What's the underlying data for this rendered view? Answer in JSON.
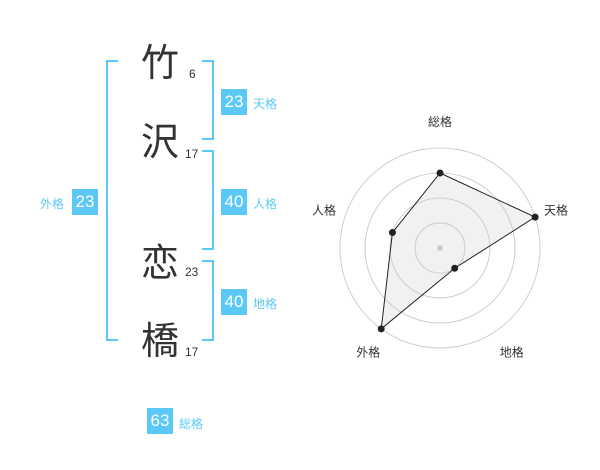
{
  "name": {
    "chars": [
      {
        "char": "竹",
        "strokes": "6"
      },
      {
        "char": "沢",
        "strokes": "17"
      },
      {
        "char": "恋",
        "strokes": "23"
      },
      {
        "char": "橋",
        "strokes": "17"
      }
    ]
  },
  "kaku": {
    "tenkaku": {
      "value": "23",
      "label": "天格"
    },
    "jinkaku": {
      "value": "40",
      "label": "人格"
    },
    "chikaku": {
      "value": "40",
      "label": "地格"
    },
    "gaikaku": {
      "value": "23",
      "label": "外格"
    },
    "soukaku": {
      "value": "63",
      "label": "総格"
    }
  },
  "colors": {
    "accent": "#5bc8f5",
    "text": "#333333"
  },
  "chart_data": {
    "type": "radar",
    "axes": [
      "総格",
      "天格",
      "地格",
      "外格",
      "人格"
    ],
    "rings": 4,
    "values": [
      3,
      4,
      1,
      4,
      2
    ],
    "max": 4
  }
}
